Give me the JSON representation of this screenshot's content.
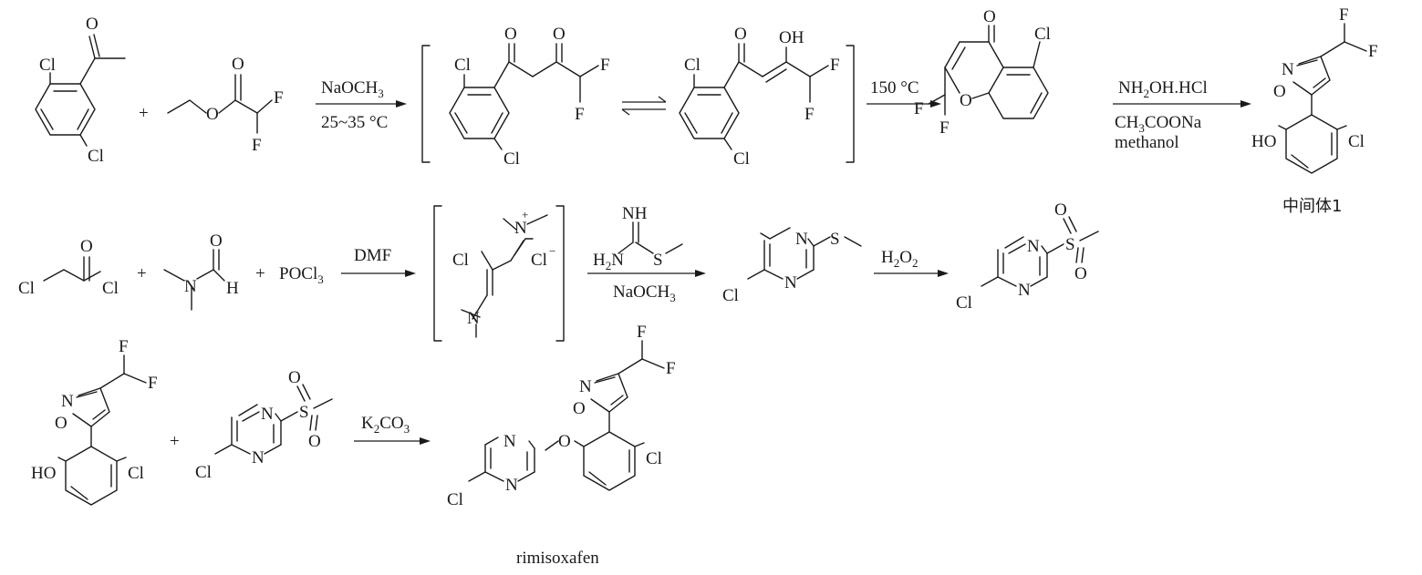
{
  "atoms": {
    "cl": "Cl",
    "o": "O",
    "f": "F",
    "oh": "OH",
    "ho": "HO",
    "n": "N",
    "h": "H",
    "s": "S",
    "nh": "NH",
    "plus": "+",
    "minus": "−",
    "cl_anion": "Cl"
  },
  "labels": {
    "plus": "+",
    "intermediate1": "中间体1",
    "product": "rimisoxafen"
  },
  "conditions": {
    "nao_me": "NaOCH",
    "nao_me_sub": "3",
    "temp1": "25~35 °C",
    "temp2": "150 °C",
    "hydroxylamine": "NH",
    "hydroxylamine_sub": "2",
    "hydroxylamine_rest": "OH.HCl",
    "acetate": "CH",
    "acetate_sub": "3",
    "acetate_rest": "COONa",
    "methanol": "methanol",
    "dmf": "DMF",
    "h2o2": "H",
    "h2o2_sub1": "2",
    "h2o2_mid": "O",
    "h2o2_sub2": "2",
    "k2co3": "K",
    "k2co3_sub": "2",
    "k2co3_rest": "CO",
    "k2co3_sub2": "3",
    "pocl3": "POCl",
    "pocl3_sub": "3",
    "h2n": "H",
    "h2n_sub": "2",
    "h2n_rest": "N",
    "naome2": "NaOCH",
    "naome2_sub": "3"
  }
}
